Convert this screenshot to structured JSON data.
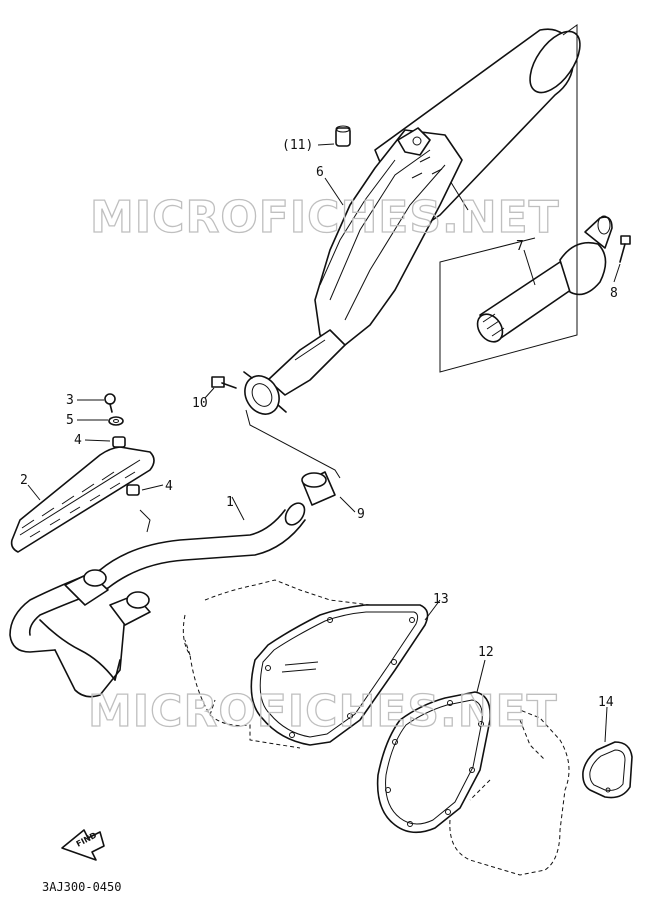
{
  "diagram": {
    "catalog_code": "3AJ300-0450",
    "find_label": "FIND",
    "watermark": "MICROFICHES.NET",
    "callouts": [
      {
        "id": "1",
        "label": "1"
      },
      {
        "id": "2",
        "label": "2"
      },
      {
        "id": "3",
        "label": "3"
      },
      {
        "id": "4a",
        "label": "4"
      },
      {
        "id": "4b",
        "label": "4"
      },
      {
        "id": "5",
        "label": "5"
      },
      {
        "id": "6",
        "label": "6"
      },
      {
        "id": "7",
        "label": "7"
      },
      {
        "id": "8",
        "label": "8"
      },
      {
        "id": "9",
        "label": "9"
      },
      {
        "id": "10",
        "label": "10"
      },
      {
        "id": "11",
        "label": "(11)"
      },
      {
        "id": "12",
        "label": "12"
      },
      {
        "id": "13",
        "label": "13"
      },
      {
        "id": "14",
        "label": "14"
      }
    ]
  }
}
